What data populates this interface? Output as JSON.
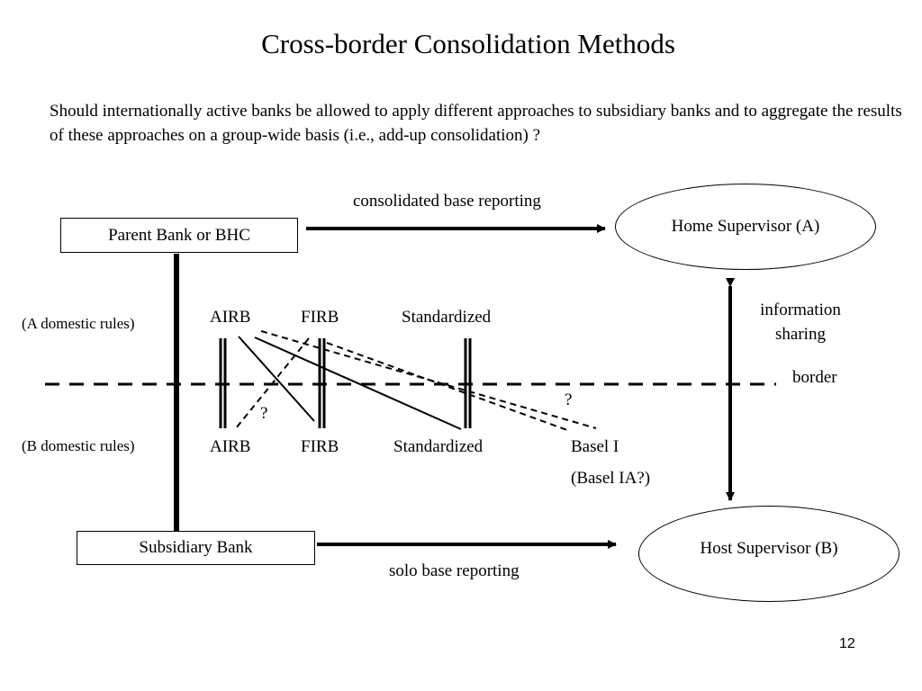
{
  "slide": {
    "title": "Cross-border Consolidation Methods",
    "question": "Should internationally active banks be allowed to apply different approaches to subsidiary banks and to aggregate the results of these approaches on a group-wide basis (i.e., add-up consolidation) ?",
    "page_number": "12"
  },
  "entities": {
    "parent": "Parent Bank or BHC",
    "subsidiary": "Subsidiary Bank",
    "home": "Home Supervisor (A)",
    "host": "Host Supervisor (B)"
  },
  "flows": {
    "consolidated": "consolidated base reporting",
    "solo": "solo base reporting",
    "info_sharing": "information sharing"
  },
  "border": {
    "label": "border",
    "a_rules": "(A domestic rules)",
    "b_rules": "(B domestic rules)"
  },
  "approaches_a": [
    "AIRB",
    "FIRB",
    "Standardized"
  ],
  "approaches_b": [
    "AIRB",
    "FIRB",
    "Standardized",
    "Basel I"
  ],
  "basel_ia": "(Basel IA?)",
  "question_marks": [
    "?",
    "?"
  ]
}
